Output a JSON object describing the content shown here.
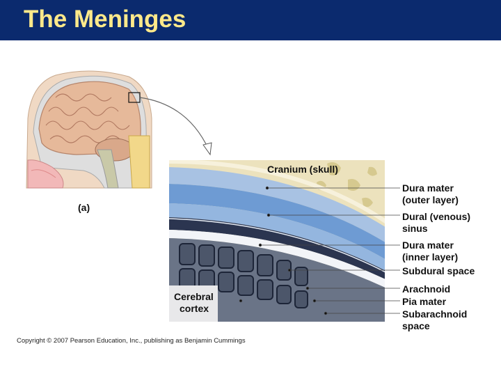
{
  "slide": {
    "title": "The Meninges",
    "colors": {
      "title_bar": "#0b2a6e",
      "title_text": "#ffe98a",
      "dura": "#7aa4d8",
      "bone": "#e8dfb8",
      "cortex": "#5c6779"
    }
  },
  "figure": {
    "panel_label": "(a)",
    "labels": {
      "cranium": "Cranium (skull)",
      "dura_outer_1": "Dura mater",
      "dura_outer_2": "(outer layer)",
      "dural_sinus_1": "Dural (venous)",
      "dural_sinus_2": "sinus",
      "dura_inner_1": "Dura mater",
      "dura_inner_2": "(inner layer)",
      "subdural": "Subdural space",
      "arachnoid": "Arachnoid",
      "pia": "Pia mater",
      "subarachnoid_1": "Subarachnoid",
      "subarachnoid_2": "space",
      "cortex_1": "Cerebral",
      "cortex_2": "cortex"
    }
  },
  "footer": {
    "copyright": "Copyright © 2007 Pearson Education, Inc., publishing as Benjamin Cummings"
  }
}
